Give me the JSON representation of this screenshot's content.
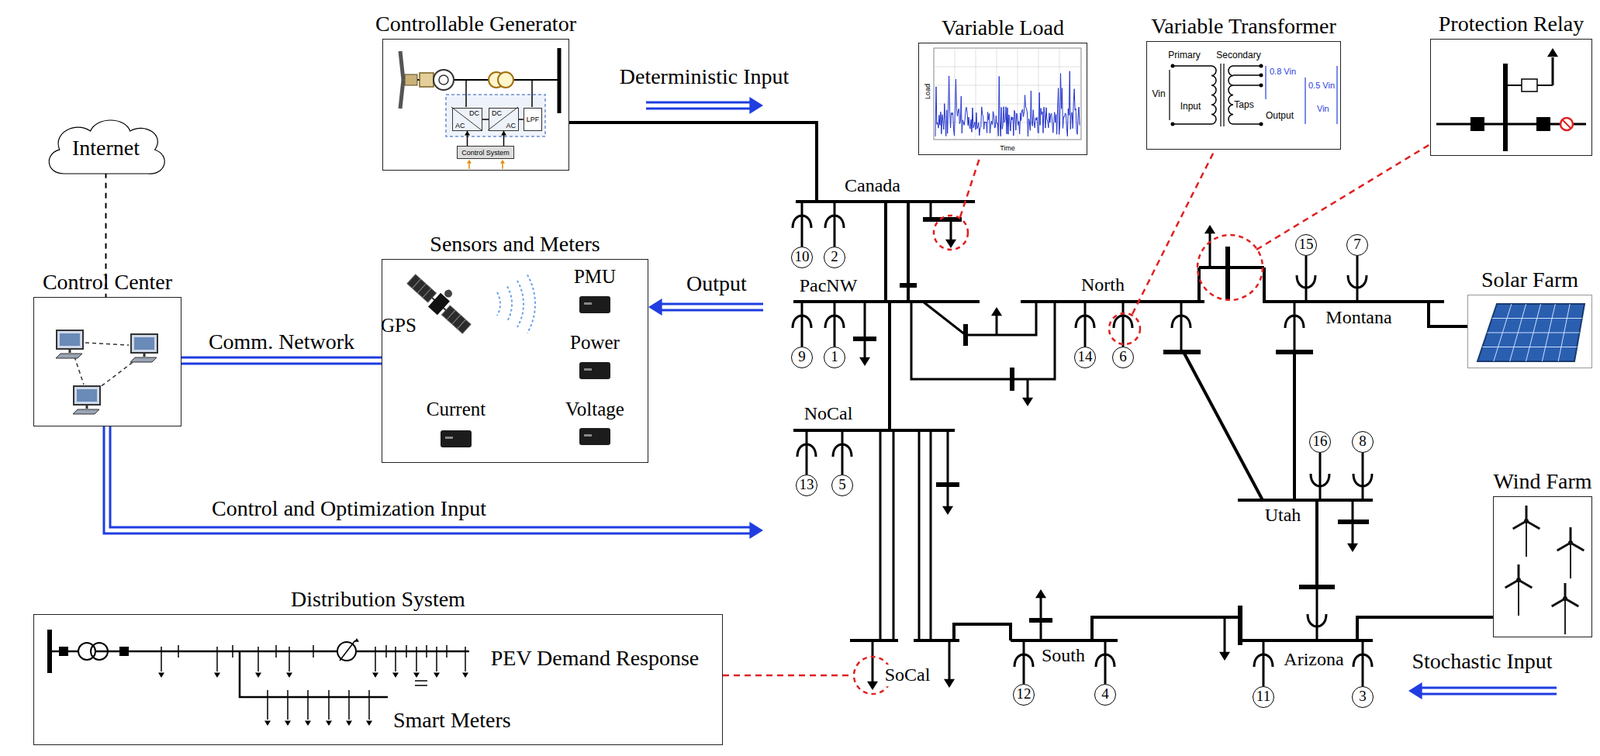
{
  "diagram": {
    "nodes": [
      {
        "text": [
          "Controllable Generator"
        ]
      },
      {
        "text": [
          "DC",
          "AC"
        ],
        "in": 0
      },
      {
        "text": [
          "DC",
          "AC"
        ],
        "in": 0
      },
      {
        "text": [
          "LPF"
        ],
        "in": 0
      },
      {
        "text": [
          "Control System"
        ],
        "in": 0
      },
      {
        "text": [
          "Variable Load"
        ]
      },
      {
        "text": [
          "Variable Transformer"
        ]
      },
      {
        "text": [
          "Protection Relay"
        ]
      },
      {
        "text": [
          "Internet"
        ]
      },
      {
        "text": [
          "Control Center"
        ]
      },
      {
        "text": [
          "Sensors and Meters"
        ]
      },
      {
        "text": [
          "Solar Farm"
        ]
      },
      {
        "text": [
          "Wind Farm"
        ]
      },
      {
        "text": [
          "Distribution System"
        ]
      }
    ],
    "edges": [
      {
        "from": 8,
        "to": 9,
        "arrow": "none"
      },
      {
        "from": 9,
        "to": 10,
        "label": "Comm. Network",
        "arrow": "none"
      },
      {
        "from": 1,
        "to": 2,
        "arrow": "none"
      },
      {
        "from": 2,
        "to": 3,
        "arrow": "none"
      },
      {
        "from": 4,
        "to": 1,
        "arrow": "to"
      },
      {
        "from": 4,
        "to": 2,
        "arrow": "to"
      }
    ],
    "labels": [
      "Deterministic Input",
      "Output",
      "Control and Optimization Input",
      "Stochastic Input",
      "Canada",
      "PacNW",
      "NoCal",
      "North",
      "Montana",
      "Utah",
      "South",
      "SoCal",
      "Arizona",
      "10",
      "2",
      "9",
      "1",
      "13",
      "5",
      "14",
      "6",
      "15",
      "7",
      "16",
      "8",
      "12",
      "4",
      "11",
      "3",
      "GPS",
      "PMU",
      "Power",
      "Current",
      "Voltage",
      "PEV Demand Response",
      "Smart Meters",
      "Primary",
      "Secondary",
      "Vin",
      "Input",
      "Taps",
      "0.8 Vin",
      "0.5 Vin",
      "Output",
      "Vin",
      "Load",
      "Time"
    ]
  }
}
